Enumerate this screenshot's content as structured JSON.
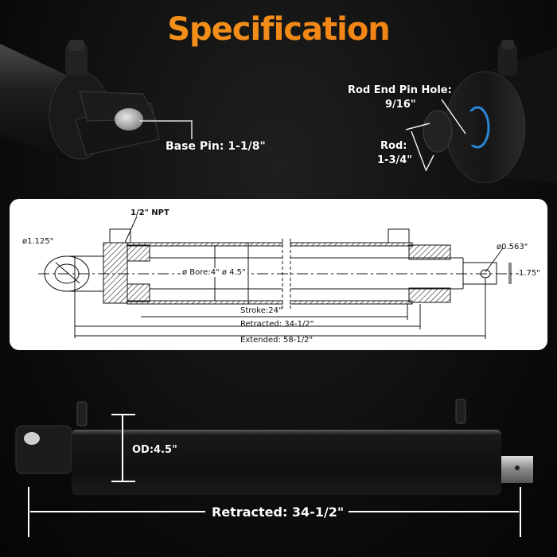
{
  "title": "Specification",
  "colors": {
    "title_gradient_start": "#f59a1e",
    "title_gradient_end": "#f07a10",
    "background": "#0b0b0b",
    "seal_ring": "#2a86d6"
  },
  "callouts": {
    "base_pin": "Base Pin: 1-1/8\"",
    "rod_end_pin_hole_label": "Rod End Pin Hole:",
    "rod_end_pin_hole_value": "9/16\"",
    "rod_label": "Rod:",
    "rod_value": "1-3/4\""
  },
  "drawing": {
    "npt": "1/2\" NPT",
    "pin_hole_base": "ø1.125\"",
    "bore": "ø Bore:4\" ø 4.5\"",
    "pin_hole_rod": "ø0.563\"",
    "rod_dia": "1.75\"",
    "stroke": "Stroke:24\"",
    "retracted": "Retracted: 34-1/2\"",
    "extended": "Extended: 58-1/2\""
  },
  "bottom": {
    "od": "OD:4.5\"",
    "retracted": "Retracted: 34-1/2\""
  }
}
